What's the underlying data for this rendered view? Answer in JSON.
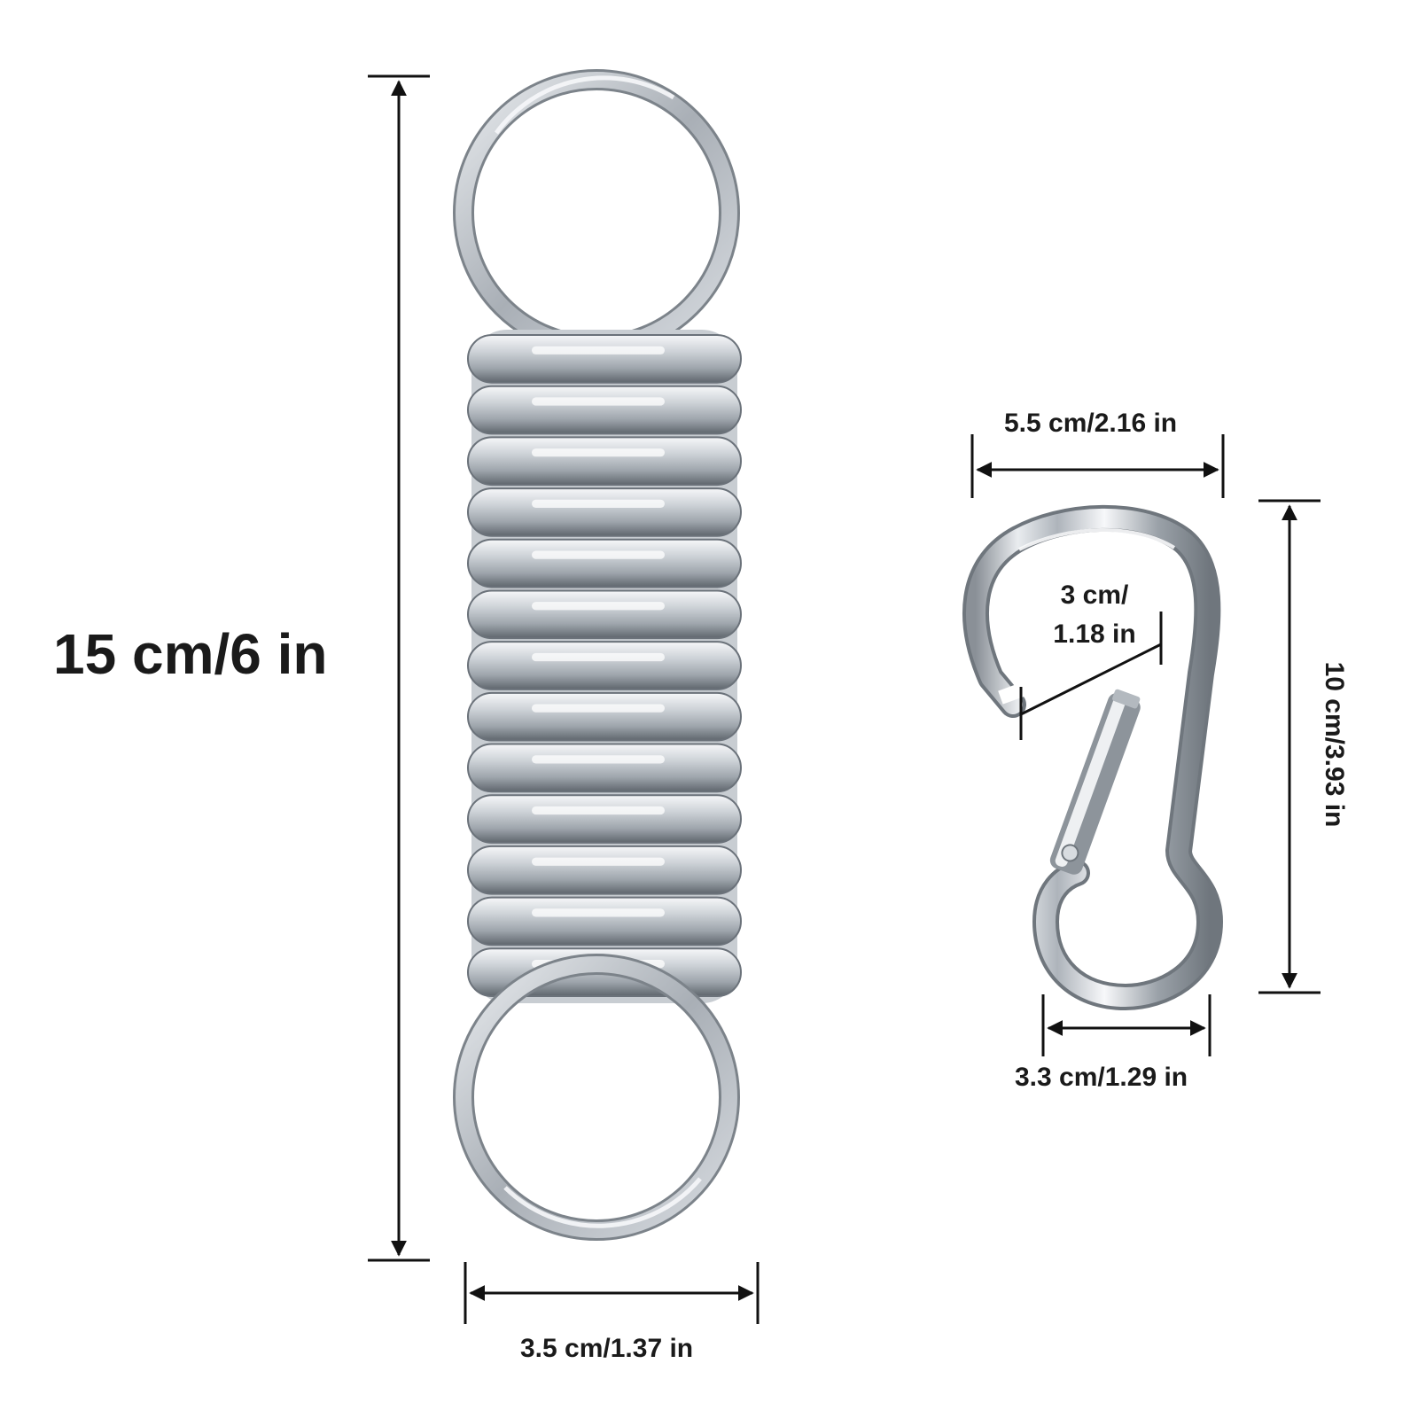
{
  "colors": {
    "background": "#ffffff",
    "dimension_ink": "#111111",
    "steel_light": "#f4f6f8",
    "steel_mid": "#b9bfc6",
    "steel_dark": "#6b727a"
  },
  "spring": {
    "length_label": "15 cm/6 in",
    "width_label": "3.5 cm/1.37 in",
    "coil_count": 13
  },
  "snap_hook": {
    "top_width_label": "5.5 cm/2.16 in",
    "length_label": "10 cm/3.93 in",
    "bottom_width_label": "3.3 cm/1.29 in",
    "opening_label_line1": "3 cm/",
    "opening_label_line2": "1.18 in"
  }
}
